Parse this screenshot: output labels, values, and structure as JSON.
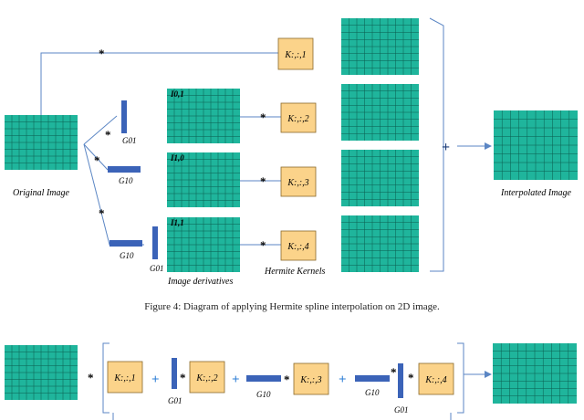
{
  "top_diagram": {
    "labels": {
      "original_image": "Original Image",
      "interpolated_image": "Interpolated Image",
      "image_derivatives": "Image derivatives",
      "hermite_kernels": "Hermite Kernels"
    },
    "operator_star": "*",
    "operator_plus": "+",
    "derivative_names": [
      "I0,1",
      "I1,0",
      "I1,1"
    ],
    "filter_names": [
      "G01",
      "G10",
      "G10",
      "G01"
    ],
    "kernels": [
      "K:,:,1",
      "K:,:,2",
      "K:,:,3",
      "K:,:,4"
    ]
  },
  "caption": "Figure 4: Diagram of applying Hermite spline interpolation on 2D image.",
  "bottom_diagram": {
    "kernels": [
      "K:,:,1",
      "K:,:,2",
      "K:,:,3",
      "K:,:,4"
    ],
    "filters": [
      "G01",
      "G10",
      "G10",
      "G01"
    ],
    "operator_star": "*",
    "operator_plus": "+"
  },
  "colors": {
    "image_fill": "#1fb59c",
    "grid": "#0b5d4f",
    "kernel_fill": "#fbd38a",
    "kernel_stroke": "#8a6a2a",
    "filter_fill": "#3b63b8",
    "line": "#5b86c4"
  }
}
